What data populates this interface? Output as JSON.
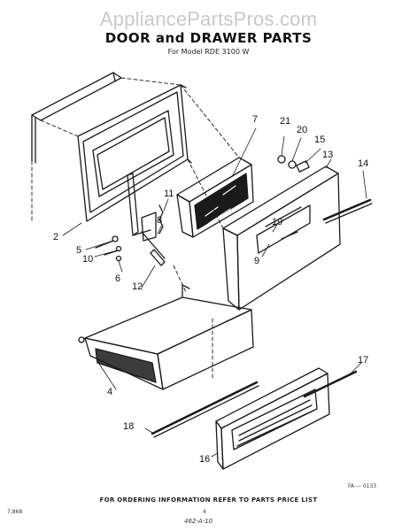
{
  "watermark": "AppliancePartsPros.com",
  "title": "DOOR and DRAWER PARTS",
  "subtitle": "For Model RDE 3100 W",
  "footer": "FOR ORDERING INFORMATION REFER TO PARTS PRICE LIST",
  "code": "FA — 0133",
  "left_code": "7,868",
  "page_number": "4",
  "handwritten": "462-A-10",
  "callouts": {
    "c2": "2",
    "c4": "4",
    "c5": "5",
    "c6": "6",
    "c7": "7",
    "c8": "8",
    "c9": "9",
    "c10": "10",
    "c11": "11",
    "c12": "12",
    "c13": "13",
    "c14": "14",
    "c15": "15",
    "c16": "16",
    "c17": "17",
    "c18": "18",
    "c19": "19",
    "c20": "20",
    "c21": "21"
  }
}
